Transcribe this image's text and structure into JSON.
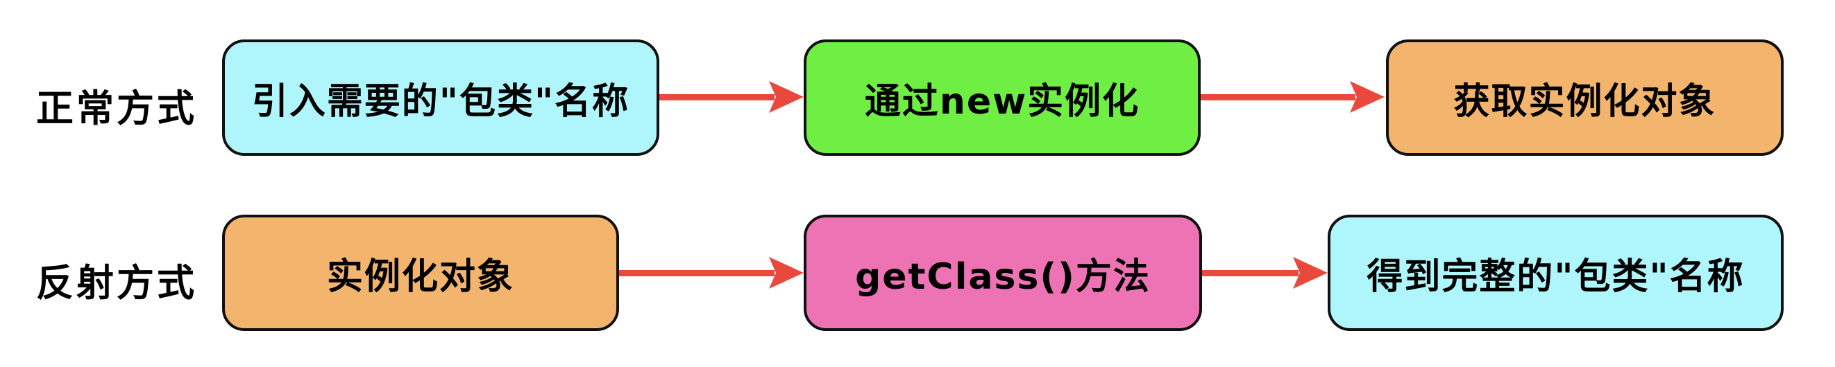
{
  "diagram": {
    "colors": {
      "background": "#ffffff",
      "box_border": "#111111",
      "text": "#000000",
      "arrow_red": "#e9493d",
      "cyan": "#aef6fb",
      "green": "#6fee43",
      "orange": "#f3b46e",
      "pink": "#ee73b4"
    },
    "flows": [
      {
        "label": "正常方式",
        "steps": [
          {
            "text": "引入需要的\"包类\"名称",
            "color": "#aef6fb"
          },
          {
            "text": "通过new实例化",
            "color": "#6fee43"
          },
          {
            "text": "获取实例化对象",
            "color": "#f3b46e"
          }
        ]
      },
      {
        "label": "反射方式",
        "steps": [
          {
            "text": "实例化对象",
            "color": "#f3b46e"
          },
          {
            "text": "getClass()方法",
            "color": "#ee73b4"
          },
          {
            "text": "得到完整的\"包类\"名称",
            "color": "#aef6fb"
          }
        ]
      }
    ]
  }
}
